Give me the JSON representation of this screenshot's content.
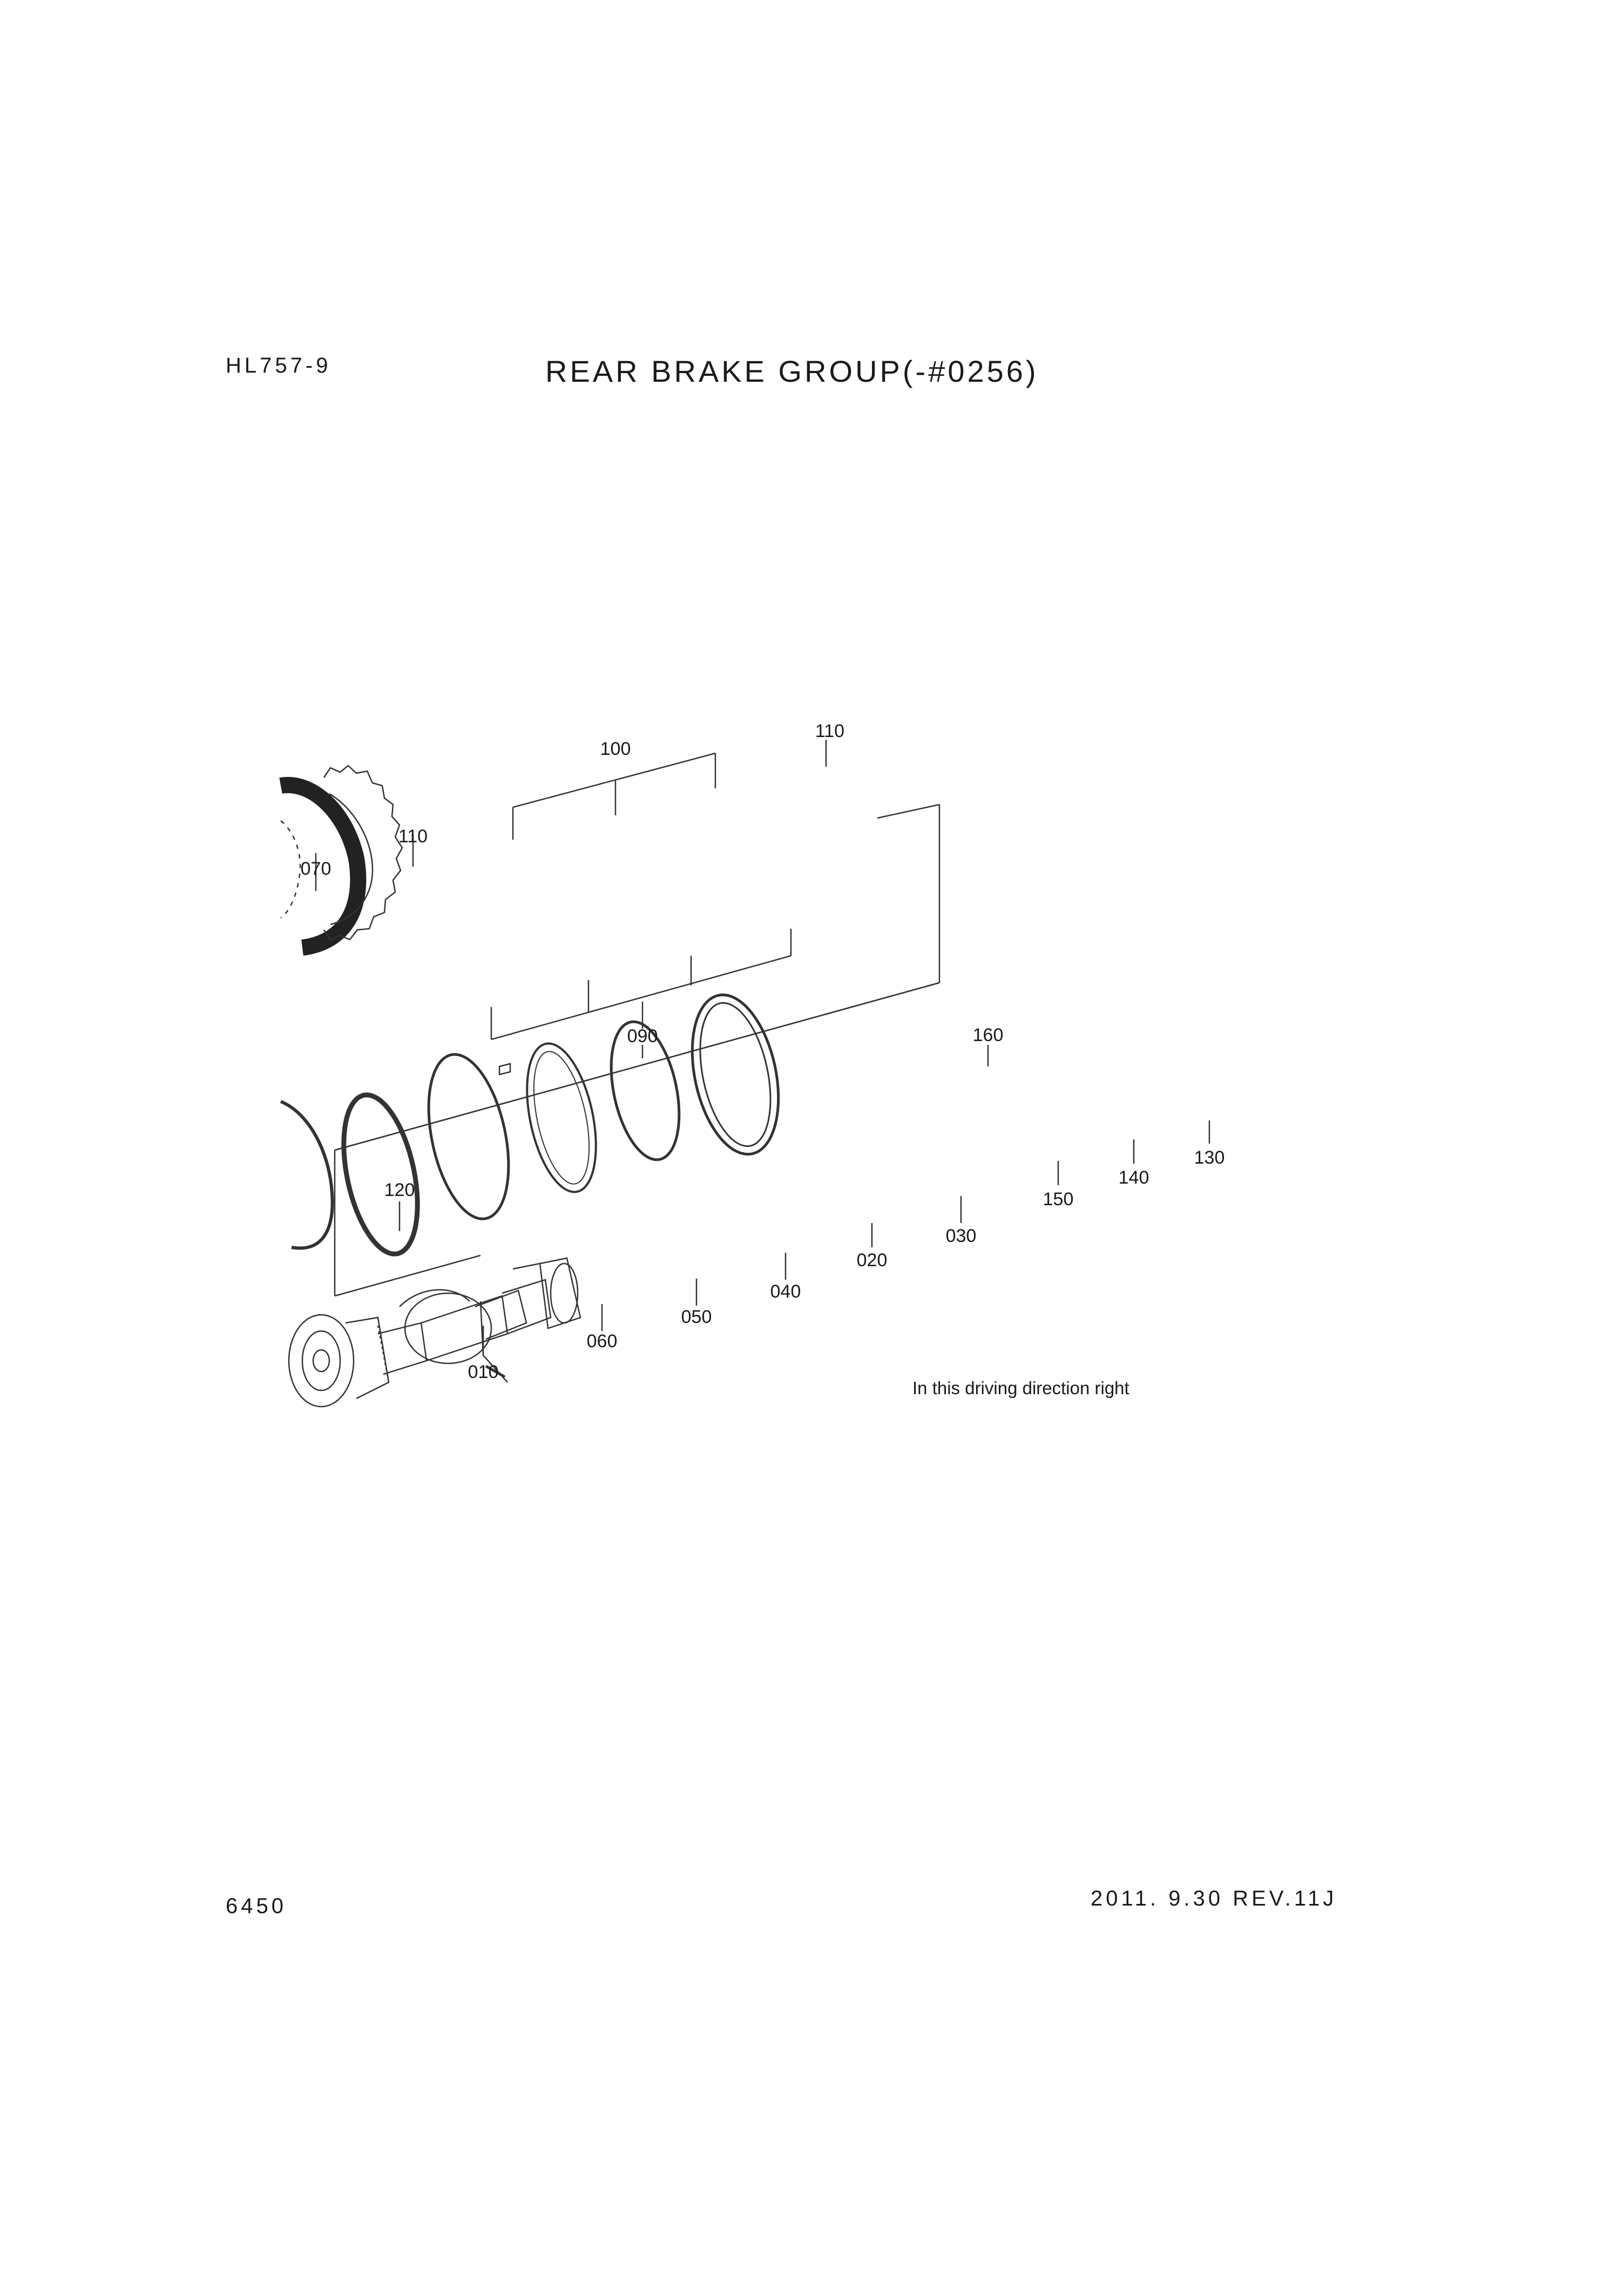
{
  "header": {
    "model": "HL757-9",
    "title": "REAR BRAKE GROUP(-#0256)"
  },
  "footer": {
    "page_number": "6450",
    "revision": "2011. 9.30  REV.11J"
  },
  "diagram": {
    "note": "In this driving direction right",
    "labels": {
      "l100": "100",
      "l110_top": "110",
      "l110_left": "110",
      "l070": "070",
      "l090": "090",
      "l160": "160",
      "l120": "120",
      "l130": "130",
      "l140": "140",
      "l150": "150",
      "l030": "030",
      "l020": "020",
      "l040": "040",
      "l050": "050",
      "l060": "060",
      "l010": "010"
    }
  }
}
